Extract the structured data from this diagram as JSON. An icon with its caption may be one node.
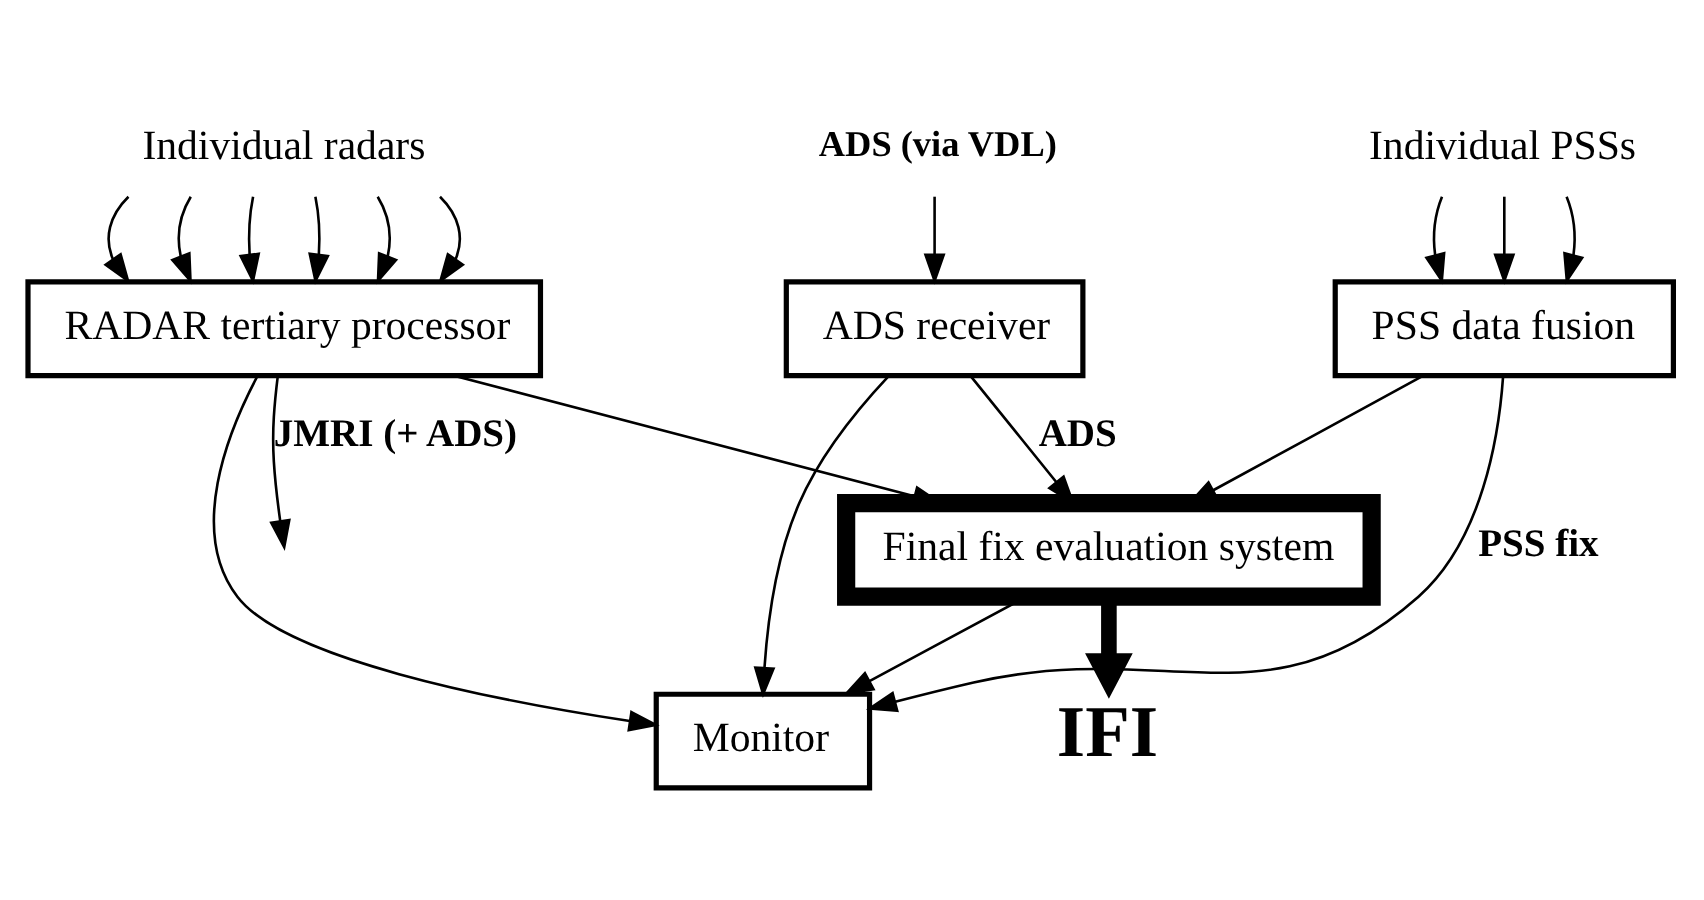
{
  "diagram": {
    "nodes": [
      {
        "text": [
          "PSS data fusion"
        ]
      },
      {
        "text": [
          "Individual PSSs"
        ]
      },
      {
        "text": [
          "Individual radars"
        ]
      },
      {
        "text": [
          "RADAR tertiary processor"
        ]
      },
      {
        "text": [
          "ADS (via VDL)"
        ]
      },
      {
        "text": [
          "Monitor"
        ]
      },
      {
        "text": [
          "ADS receiver"
        ]
      },
      {
        "text": [
          "Final fix evaluation system"
        ]
      },
      {
        "text": [
          "IFI"
        ]
      }
    ],
    "edges": [
      {
        "from": 1,
        "to": 0,
        "arrow": "to"
      },
      {
        "from": 1,
        "to": 0,
        "arrow": "to"
      },
      {
        "from": 1,
        "to": 0,
        "arrow": "to"
      },
      {
        "from": 2,
        "to": 3,
        "arrow": "to"
      },
      {
        "from": 2,
        "to": 3,
        "arrow": "to"
      },
      {
        "from": 2,
        "to": 3,
        "arrow": "to"
      },
      {
        "from": 2,
        "to": 3,
        "arrow": "to"
      },
      {
        "from": 2,
        "to": 3,
        "arrow": "to"
      },
      {
        "from": 2,
        "to": 3,
        "arrow": "to"
      },
      {
        "from": 4,
        "to": 6,
        "arrow": "to"
      },
      {
        "from": 0,
        "to": 5,
        "label": "PSS fix",
        "arrow": "to"
      },
      {
        "from": 0,
        "to": 7,
        "arrow": "to"
      },
      {
        "from": 3,
        "to": null,
        "label": "JMRI (+ ADS)",
        "arrow": "to"
      },
      {
        "from": 3,
        "to": 5,
        "arrow": "to"
      },
      {
        "from": 3,
        "to": 7,
        "arrow": "to"
      },
      {
        "from": 6,
        "to": 7,
        "label": "ADS",
        "arrow": "to"
      },
      {
        "from": 6,
        "to": 5,
        "arrow": "to"
      },
      {
        "from": 7,
        "to": 5,
        "arrow": "to"
      },
      {
        "from": 7,
        "to": 8,
        "arrow": "to",
        "style": "thick"
      }
    ]
  }
}
